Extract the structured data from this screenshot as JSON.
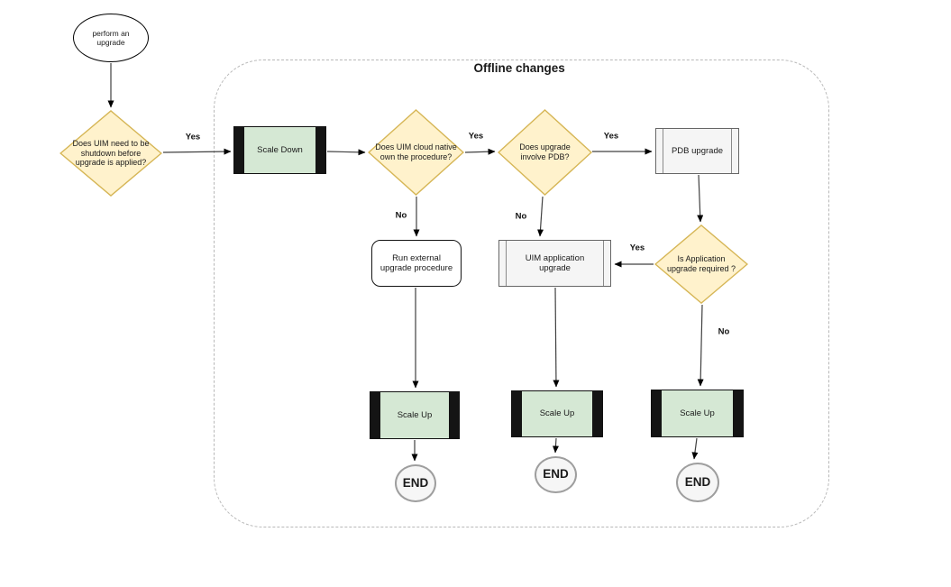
{
  "diagram": {
    "group_title": "Offline changes",
    "nodes": {
      "start": {
        "label": "perform an upgrade",
        "type": "ellipse"
      },
      "shutdown_decision": {
        "label": "Does UIM need to be shutdown before upgrade is applied?",
        "type": "decision"
      },
      "scale_down": {
        "label": "Scale Down",
        "type": "process"
      },
      "cloud_native_decision": {
        "label": "Does UIM cloud native own the procedure?",
        "type": "decision"
      },
      "pdb_decision": {
        "label": "Does upgrade involve PDB?",
        "type": "decision"
      },
      "pdb_upgrade": {
        "label": "PDB upgrade",
        "type": "subprocess"
      },
      "app_required_decision": {
        "label": "Is Application upgrade required ?",
        "type": "decision"
      },
      "run_external": {
        "label": "Run external upgrade procedure",
        "type": "rounded"
      },
      "uim_app_upgrade": {
        "label": "UIM application upgrade",
        "type": "subprocess"
      },
      "scale_up_left": {
        "label": "Scale Up",
        "type": "process"
      },
      "scale_up_middle": {
        "label": "Scale Up",
        "type": "process"
      },
      "scale_up_right": {
        "label": "Scale Up",
        "type": "process"
      },
      "end_left": {
        "label": "END",
        "type": "terminator"
      },
      "end_middle": {
        "label": "END",
        "type": "terminator"
      },
      "end_right": {
        "label": "END",
        "type": "terminator"
      }
    },
    "edge_labels": {
      "shutdown_yes": "Yes",
      "cloud_yes": "Yes",
      "pdb_yes": "Yes",
      "app_yes": "Yes",
      "cloud_no": "No",
      "pdb_no": "No",
      "app_no": "No"
    },
    "colors": {
      "decision_fill": "#FFF2CC",
      "decision_stroke": "#D6B656",
      "process_fill": "#D5E8D4",
      "process_bar": "#141414",
      "subprocess_fill": "#F5F5F5",
      "subprocess_stroke": "#666666",
      "terminator_fill": "#F6F6F6",
      "terminator_stroke": "#9E9E9E",
      "edge_stroke": "#404040",
      "container_border": "#B8B8B8"
    }
  }
}
